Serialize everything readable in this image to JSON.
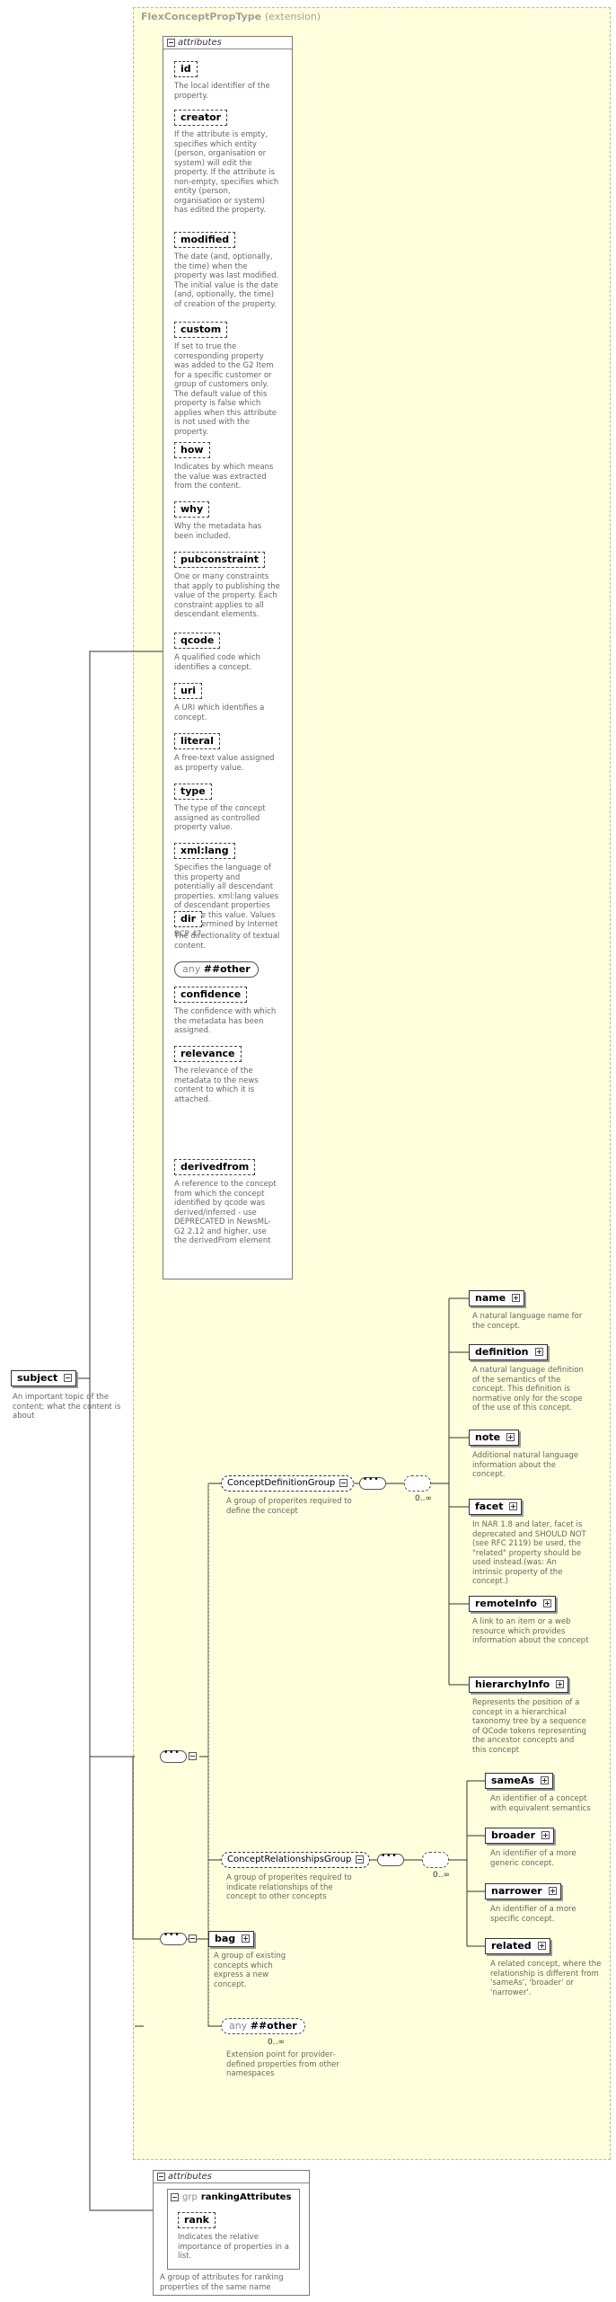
{
  "complex_type": {
    "name": "FlexConceptPropType",
    "suffix": "(extension)"
  },
  "subject": {
    "name": "subject",
    "desc": "An important topic of the content; what the content is about"
  },
  "attributes_label": "attributes",
  "attributes": [
    {
      "name": "id",
      "desc": "The local identifier of the property."
    },
    {
      "name": "creator",
      "desc": "If the attribute is empty, specifies which entity (person, organisation or system) will edit the property. If the attribute is non-empty, specifies which entity (person, organisation or system) has edited the property."
    },
    {
      "name": "modified",
      "desc": "The date (and, optionally, the time) when the property was last modified. The initial value is the date (and, optionally, the time) of creation of the property."
    },
    {
      "name": "custom",
      "desc": "If set to true the corresponding property was added to the G2 Item for a specific customer or group of customers only. The default value of this property is false which applies when this attribute is not used with the property."
    },
    {
      "name": "how",
      "desc": "Indicates by which means the value was extracted from the content."
    },
    {
      "name": "why",
      "desc": "Why the metadata has been included."
    },
    {
      "name": "pubconstraint",
      "desc": "One or many constraints that apply to publishing the value of the property. Each constraint applies to all descendant elements."
    },
    {
      "name": "qcode",
      "desc": "A qualified code which identifies a concept."
    },
    {
      "name": "uri",
      "desc": "A URI which identifies a concept."
    },
    {
      "name": "literal",
      "desc": "A free-text value assigned as property value."
    },
    {
      "name": "type",
      "desc": "The type of the concept assigned as controlled property value."
    },
    {
      "name": "xml:lang",
      "desc": "Specifies the language of this property and potentially all descendant properties. xml:lang values of descendant properties override this value. Values are determined by Internet BCP 47."
    },
    {
      "name": "dir",
      "desc": "The directionality of textual content."
    },
    {
      "any": "any",
      "name": "##other",
      "desc": ""
    },
    {
      "name": "confidence",
      "desc": "The confidence with which the metadata has been assigned."
    },
    {
      "name": "relevance",
      "desc": "The relevance of the metadata to the news content to which it is attached."
    },
    {
      "name": "derivedfrom",
      "desc": "A reference to the concept from which the concept identified by qcode was derived/inferred - use DEPRECATED in NewsML-G2 2.12 and higher, use the derivedFrom element"
    }
  ],
  "definition_group": {
    "name": "ConceptDefinitionGroup",
    "desc": "A group of properites required to define the concept",
    "occurs": "0..∞",
    "elements": [
      {
        "name": "name",
        "desc": "A natural language name for the concept."
      },
      {
        "name": "definition",
        "desc": "A natural language definition of the semantics of the concept. This definition is normative only for the scope of the use of this concept."
      },
      {
        "name": "note",
        "desc": "Additional natural language information about the concept."
      },
      {
        "name": "facet",
        "desc": "In NAR 1.8 and later, facet is deprecated and SHOULD NOT (see RFC 2119) be used, the \"related\" property should be used instead.(was: An intrinsic property of the concept.)"
      },
      {
        "name": "remoteInfo",
        "desc": "A link to an item or a web resource which provides information about the concept"
      },
      {
        "name": "hierarchyInfo",
        "desc": "Represents the position of a concept in a hierarchical taxonomy tree by a sequence of QCode tokens representing the ancestor concepts and this concept"
      }
    ]
  },
  "relationships_group": {
    "name": "ConceptRelationshipsGroup",
    "desc": "A group of properites required to indicate relationships of the concept to other concepts",
    "occurs": "0..∞",
    "elements": [
      {
        "name": "sameAs",
        "desc": "An identifier of a concept with equivalent semantics"
      },
      {
        "name": "broader",
        "desc": "An identifier of a more generic concept."
      },
      {
        "name": "narrower",
        "desc": "An identifier of a more specific concept."
      },
      {
        "name": "related",
        "desc": "A related concept, where the relationship is different from 'sameAs', 'broader' or 'narrower'."
      }
    ]
  },
  "any_other": {
    "any": "any",
    "name": "##other",
    "occurs": "0..∞",
    "desc": "Extension point for provider-defined properties from other namespaces"
  },
  "bag": {
    "name": "bag",
    "desc": "A group of existing concepts which express a new concept."
  },
  "ranking": {
    "attributes_label": "attributes",
    "group_prefix": "grp",
    "group_name": "rankingAttributes",
    "attr": {
      "name": "rank",
      "desc": "Indicates the relative importance of properties in a list."
    },
    "desc": "A group of attributes for ranking properties of the same name"
  }
}
